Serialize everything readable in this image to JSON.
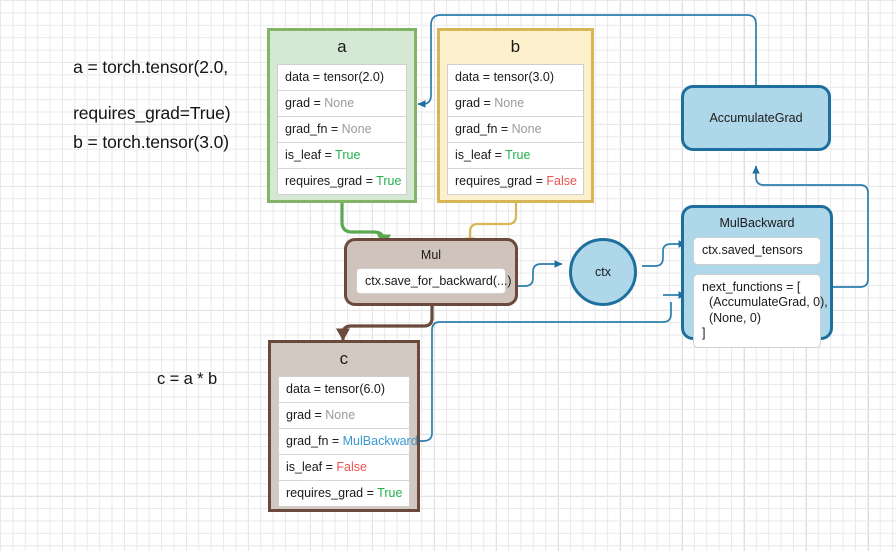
{
  "diagram": {
    "title": "PyTorch autograd computation graph",
    "colors": {
      "green_fill": "#d5e8d4",
      "green_border": "#82b366",
      "yellow_fill": "#fdf0cd",
      "yellow_border": "#d6b656",
      "brown_fill": "#d3c8c2",
      "brown_border": "#6b4a3d",
      "blue_fill": "#aed8ea",
      "blue_border": "#1f6f9e",
      "true_color": "#22b14c",
      "false_color": "#ef5350",
      "none_color": "#9b9b9b",
      "link_color": "#3a9ad0"
    }
  },
  "code": {
    "line1": "a = torch.tensor(2.0,",
    "line2": "requires_grad=True)",
    "line3": "b = torch.tensor(3.0)",
    "line4": "c = a * b"
  },
  "tensors": [
    {
      "name": "a",
      "rows": [
        {
          "key": "data = ",
          "value": "tensor(2.0)",
          "style": "plain"
        },
        {
          "key": "grad = ",
          "value": "None",
          "style": "none"
        },
        {
          "key": "grad_fn = ",
          "value": "None",
          "style": "none"
        },
        {
          "key": "is_leaf = ",
          "value": "True",
          "style": "true"
        },
        {
          "key": "requires_grad = ",
          "value": "True",
          "style": "true"
        }
      ]
    },
    {
      "name": "b",
      "rows": [
        {
          "key": "data = ",
          "value": "tensor(3.0)",
          "style": "plain"
        },
        {
          "key": "grad = ",
          "value": "None",
          "style": "none"
        },
        {
          "key": "grad_fn = ",
          "value": "None",
          "style": "none"
        },
        {
          "key": "is_leaf = ",
          "value": "True",
          "style": "true"
        },
        {
          "key": "requires_grad = ",
          "value": "False",
          "style": "false"
        }
      ]
    },
    {
      "name": "c",
      "rows": [
        {
          "key": "data = ",
          "value": "tensor(6.0)",
          "style": "plain"
        },
        {
          "key": "grad = ",
          "value": "None",
          "style": "none"
        },
        {
          "key": "grad_fn = ",
          "value": "MulBackward",
          "style": "link"
        },
        {
          "key": "is_leaf = ",
          "value": "False",
          "style": "false"
        },
        {
          "key": "requires_grad = ",
          "value": "True",
          "style": "true"
        }
      ]
    }
  ],
  "nodes": {
    "mul": {
      "title": "Mul",
      "field": "ctx.save_for_backward(...)"
    },
    "ctx": {
      "label": "ctx"
    },
    "accumulate_grad": {
      "label": "AccumulateGrad"
    },
    "mul_backward": {
      "title": "MulBackward",
      "field1": "ctx.saved_tensors",
      "field2": "next_functions = [\n  (AccumulateGrad, 0),\n  (None, 0)\n]"
    }
  }
}
